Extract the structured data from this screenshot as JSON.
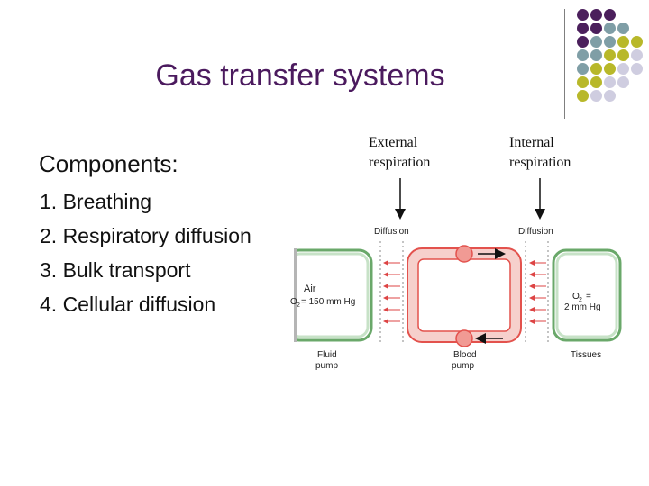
{
  "slide": {
    "title": "Gas transfer systems",
    "components_heading": "Components:",
    "items": [
      "1. Breathing",
      "2. Respiratory diffusion",
      "3. Bulk transport",
      "4. Cellular diffusion"
    ]
  },
  "diagram": {
    "external_label_line1": "External",
    "external_label_line2": "respiration",
    "internal_label_line1": "Internal",
    "internal_label_line2": "respiration",
    "diffusion_left": "Diffusion",
    "diffusion_right": "Diffusion",
    "air_label": "Air",
    "air_o2_value": "= 150 mm Hg",
    "tissue_o2_value": "=",
    "tissue_o2_line2": "2 mm Hg",
    "fluid_pump_line1": "Fluid",
    "fluid_pump_line2": "pump",
    "blood_pump_line1": "Blood",
    "blood_pump_line2": "pump",
    "tissues_label": "Tissues",
    "o2_symbol": "O",
    "o2_subscript": "2"
  },
  "colors": {
    "title": "#4b1a5e",
    "dot_purple": "#4b1f5c",
    "dot_teal": "#7f9ea6",
    "dot_olive": "#b8b82a",
    "dot_lavender": "#cfcde0",
    "loop_red": "#e3524d",
    "loop_fill": "#f6d0cc"
  }
}
